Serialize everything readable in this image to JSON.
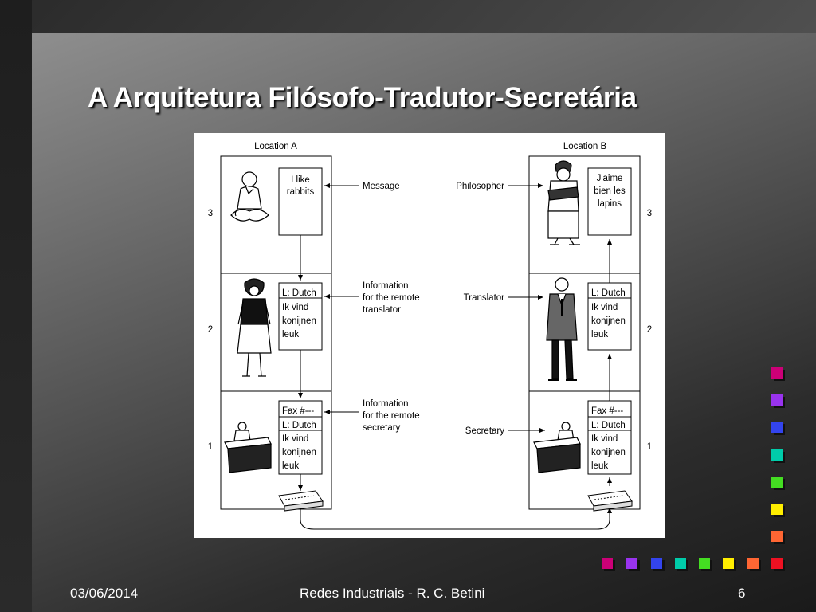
{
  "slide": {
    "title": "A Arquitetura Filósofo-Tradutor-Secretária",
    "footer": {
      "date": "03/06/2014",
      "center": "Redes Industriais - R. C. Betini",
      "page": "6"
    }
  },
  "diagram": {
    "location_a": "Location A",
    "location_b": "Location B",
    "layer_numbers": [
      "3",
      "2",
      "1"
    ],
    "doc_a_layer3": [
      "I like",
      "rabbits"
    ],
    "doc_b_layer3": [
      "J'aime",
      "bien les",
      "lapins"
    ],
    "doc_layer2": [
      "L: Dutch",
      "Ik vind",
      "konijnen",
      "leuk"
    ],
    "doc_layer1": [
      "Fax #---",
      "L: Dutch",
      "Ik vind",
      "konijnen",
      "leuk"
    ],
    "labels_center_left": {
      "message": "Message",
      "info_translator": [
        "Information",
        "for the remote",
        "translator"
      ],
      "info_secretary": [
        "Information",
        "for the remote",
        "secretary"
      ]
    },
    "labels_center_right": {
      "philosopher": "Philosopher",
      "translator": "Translator",
      "secretary": "Secretary"
    }
  },
  "decor": {
    "square_colors": [
      "#cc0077",
      "#9933ee",
      "#3344ee",
      "#00ccaa",
      "#44dd22",
      "#ffee00",
      "#ff6633",
      "#ee1122"
    ]
  }
}
